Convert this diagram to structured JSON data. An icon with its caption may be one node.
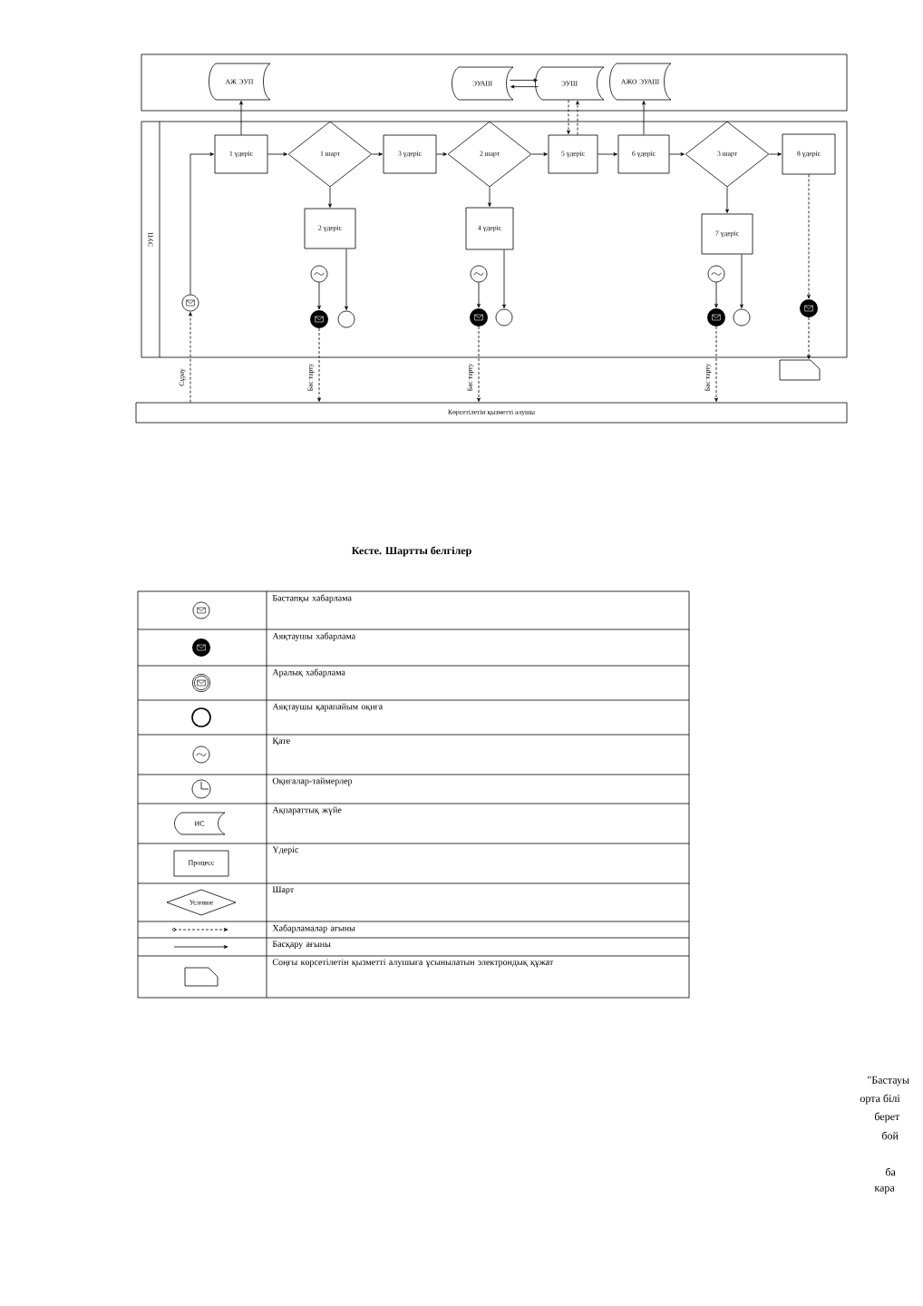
{
  "diagram": {
    "nodes": [
      {
        "text": [
          "АЖ ЭУП"
        ]
      },
      {
        "text": [
          "ЭУАШ"
        ]
      },
      {
        "text": [
          "ЭУШ"
        ]
      },
      {
        "text": [
          "АЖО ЭУАШ"
        ]
      },
      {
        "text": [
          "ЭУП"
        ]
      },
      {
        "text": [
          "1 үдеріс"
        ],
        "in": 4
      },
      {
        "text": [
          "1 шарт"
        ],
        "in": 4
      },
      {
        "text": [
          "3 үдеріс"
        ],
        "in": 4
      },
      {
        "text": [
          "2 шарт"
        ],
        "in": 4
      },
      {
        "text": [
          "5 үдеріс"
        ],
        "in": 4
      },
      {
        "text": [
          "6 үдеріс"
        ],
        "in": 4
      },
      {
        "text": [
          "3 шарт"
        ],
        "in": 4
      },
      {
        "text": [
          "8 үдеріс"
        ],
        "in": 4
      },
      {
        "text": [
          "2 үдеріс"
        ],
        "in": 4
      },
      {
        "text": [
          "4 үдеріс"
        ],
        "in": 4
      },
      {
        "text": [
          "7 үдеріс"
        ],
        "in": 4
      },
      {
        "text": [],
        "shape": "circle",
        "in": 4
      },
      {
        "text": [],
        "shape": "circle",
        "in": 4
      },
      {
        "text": [],
        "shape": "circle",
        "in": 4
      },
      {
        "text": [],
        "shape": "circle",
        "in": 4
      },
      {
        "text": [],
        "shape": "circle",
        "in": 4
      },
      {
        "text": [],
        "shape": "circle",
        "in": 4
      },
      {
        "text": [],
        "shape": "circle",
        "in": 4
      },
      {
        "text": [],
        "shape": "circle",
        "in": 4
      },
      {
        "text": [],
        "shape": "circle",
        "in": 4
      },
      {
        "text": [],
        "shape": "circle",
        "in": 4
      },
      {
        "text": [],
        "shape": "circle",
        "in": 4
      },
      {
        "text": [
          "Көрсетілетін қызметті алушы"
        ]
      },
      {
        "text": [],
        "shape": "document"
      }
    ],
    "edges": [
      {
        "from": 27,
        "to": 16,
        "arrow": "to",
        "style": "dashed",
        "label": "Сұрау"
      },
      {
        "from": 16,
        "to": 5,
        "arrow": "to"
      },
      {
        "from": 5,
        "to": 0,
        "arrow": "to"
      },
      {
        "from": 5,
        "to": 6,
        "arrow": "to"
      },
      {
        "from": 6,
        "to": 7,
        "arrow": "to"
      },
      {
        "from": 6,
        "to": 13,
        "arrow": "to"
      },
      {
        "from": 7,
        "to": 8,
        "arrow": "to"
      },
      {
        "from": 8,
        "to": 14,
        "arrow": "to"
      },
      {
        "from": 8,
        "to": 9,
        "arrow": "to"
      },
      {
        "from": 2,
        "to": 9,
        "arrow": "to",
        "style": "dashed"
      },
      {
        "from": 9,
        "to": 2,
        "arrow": "to",
        "style": "dashed"
      },
      {
        "from": 1,
        "to": 2,
        "arrow": "to"
      },
      {
        "from": 2,
        "to": 1,
        "arrow": "to"
      },
      {
        "from": 9,
        "to": 10,
        "arrow": "to"
      },
      {
        "from": 10,
        "to": 3,
        "arrow": "to"
      },
      {
        "from": 10,
        "to": 11,
        "arrow": "to"
      },
      {
        "from": 11,
        "to": 12,
        "arrow": "to"
      },
      {
        "from": 11,
        "to": 15,
        "arrow": "to"
      },
      {
        "from": 13,
        "to": 19,
        "arrow": "to"
      },
      {
        "from": 17,
        "to": 18,
        "arrow": "to"
      },
      {
        "from": 14,
        "to": 22,
        "arrow": "to"
      },
      {
        "from": 20,
        "to": 21,
        "arrow": "to"
      },
      {
        "from": 15,
        "to": 25,
        "arrow": "to"
      },
      {
        "from": 23,
        "to": 24,
        "arrow": "to"
      },
      {
        "from": 18,
        "to": 27,
        "arrow": "to",
        "style": "dashed",
        "label": "Бас тарту"
      },
      {
        "from": 21,
        "to": 27,
        "arrow": "to",
        "style": "dashed",
        "label": "Бас тарту"
      },
      {
        "from": 24,
        "to": 27,
        "arrow": "to",
        "style": "dashed",
        "label": "Бас тарту"
      },
      {
        "from": 12,
        "to": 26,
        "arrow": "to",
        "style": "dashed"
      },
      {
        "from": 26,
        "to": 28,
        "arrow": "to",
        "style": "dashed"
      }
    ],
    "labels": [
      "Кесте. Шартты белгілер",
      "Бастапқы хабарлама",
      "Аяқтаушы хабарлама",
      "Аралық хабарлама",
      "Аяқтаушы қарапайым оқиға",
      "Қате",
      "Оқиғалар-таймерлер",
      "ИС",
      "Ақпараттық жүйе",
      "Процесс",
      "Үдеріс",
      "Условие",
      "Шарт",
      "Хабарламалар ағыны",
      "Басқару ағыны",
      "Соңғы көрсетілетін қызметті алушыға ұсынылатын электрондық құжат",
      "\"Бастауы",
      "орта білі",
      "берет",
      "бой",
      "ба",
      "кара"
    ]
  }
}
